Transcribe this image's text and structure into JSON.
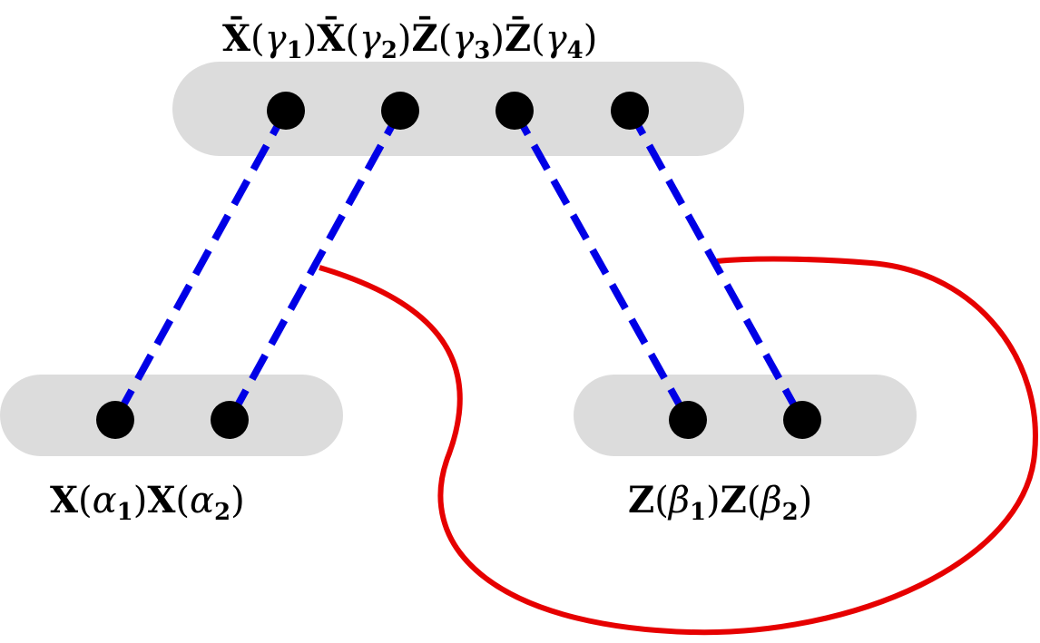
{
  "colors": {
    "group_fill": "#dcdcdc",
    "node": "#000000",
    "dashed_link": "#0000e6",
    "solid_link": "#e60000"
  },
  "labels": {
    "top": [
      {
        "op": "X̄",
        "greek": "γ",
        "idx": "1"
      },
      {
        "op": "X̄",
        "greek": "γ",
        "idx": "2"
      },
      {
        "op": "Z̄",
        "greek": "γ",
        "idx": "3"
      },
      {
        "op": "Z̄",
        "greek": "γ",
        "idx": "4"
      }
    ],
    "left": [
      {
        "op": "X",
        "greek": "α",
        "idx": "1"
      },
      {
        "op": "X",
        "greek": "α",
        "idx": "2"
      }
    ],
    "right": [
      {
        "op": "Z",
        "greek": "β",
        "idx": "1"
      },
      {
        "op": "Z",
        "greek": "β",
        "idx": "2"
      }
    ]
  },
  "groups": [
    "top",
    "left",
    "right"
  ],
  "nodes": {
    "top": [
      "γ1",
      "γ2",
      "γ3",
      "γ4"
    ],
    "left": [
      "α1",
      "α2"
    ],
    "right": [
      "β1",
      "β2"
    ]
  },
  "dashed_links": [
    {
      "from": "γ1",
      "to": "α1"
    },
    {
      "from": "γ2",
      "to": "α2"
    },
    {
      "from": "γ3",
      "to": "β1"
    },
    {
      "from": "γ4",
      "to": "β2"
    }
  ],
  "solid_link": {
    "from": "γ2–α2 link",
    "to": "γ4–β2 link"
  }
}
